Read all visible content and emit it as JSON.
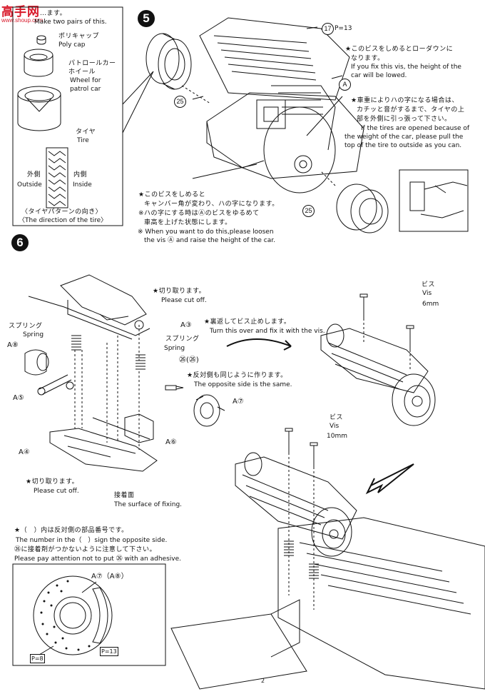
{
  "watermark": {
    "main": "高手网",
    "sub": "www.shoup.com"
  },
  "inset": {
    "top_line_jp": "…ます。",
    "top_line_en": "Make two pairs of this.",
    "poly_cap_jp": "ポリキャップ",
    "poly_cap_en": "Poly cap",
    "wheel_jp_1": "パトロールカー",
    "wheel_jp_2": "ホイール",
    "wheel_en_1": "Wheel for",
    "wheel_en_2": "patrol car",
    "tire_jp": "タイヤ",
    "tire_en": "Tire",
    "outside_jp": "外側",
    "outside_en": "Outside",
    "inside_jp": "内側",
    "inside_en": "Inside",
    "pattern_jp": "〈タイヤパターンの向き〉",
    "pattern_en": "〈The direction of the tire〉"
  },
  "step5": {
    "number": "5",
    "part_17": "17",
    "part_17_page": "P=13",
    "part_25_top": "25",
    "part_25_bottom": "25",
    "marker_a": "A",
    "note1_jp_1": "★このビスをしめるとローダウンに",
    "note1_jp_2": "なります。",
    "note1_en_1": "If you fix this vis, the height of the",
    "note1_en_2": "car will be lowed.",
    "note2_jp_1": "★車重によりハの字になる場合は、",
    "note2_jp_2": "カチッと音がするまで、タイヤの上",
    "note2_jp_3": "部を外側に引っ張って下さい。",
    "note2_en_1": "If the tires are opened because of",
    "note2_en_2": "the weight of the car, please pull the",
    "note2_en_3": "top of the tire to outside as you can.",
    "note3_jp_1": "★このビスをしめると",
    "note3_jp_2": "キャンバー角が変わり、ハの字になります。",
    "note3_jp_3": "※ハの字にする時はⒶのビスをゆるめて",
    "note3_jp_4": "車高を上げた状態にします。",
    "note3_en_1": "※ When you want to do this,please loosen",
    "note3_en_2": "the vis Ⓐ and raise the height of the car."
  },
  "step6": {
    "number": "6",
    "cut_off_top_jp": "★切り取ります。",
    "cut_off_top_en": "Please cut off.",
    "a3": "A③",
    "spring_left_jp": "スプリング",
    "spring_left_en": "Spring",
    "a8": "A⑧",
    "a5": "A⑤",
    "a4": "A④",
    "a6": "A⑥",
    "a7": "A⑦",
    "spring_right_jp": "スプリング",
    "spring_right_en": "Spring",
    "part_26_pair": "㉖(㉖)",
    "opposite_jp": "★反対側も同じように作ります。",
    "opposite_en": "The opposite side is the same.",
    "turn_jp": "★裏返してビス止めします。",
    "turn_en": "Turn this over and fix it with the vis.",
    "cut_off_bottom_jp": "★切り取ります。",
    "cut_off_bottom_en": "Please cut off.",
    "surface_jp": "接着面",
    "surface_en": "The surface of fixing.",
    "vis_6_jp": "ビス",
    "vis_6_en": "Vis",
    "vis_6_size": "6mm",
    "vis_10_jp": "ビス",
    "vis_10_en": "Vis",
    "vis_10_size": "10mm",
    "note_paren_jp": "★（　）内は反対側の部品番号です。",
    "note_paren_en": "The number in the（　）sign the opposite side.",
    "note_26_jp": "㉖に接着剤がつかないように注意して下さい。",
    "note_26_en": "Please pay attention not to put ㉖ with an adhesive.",
    "brake_label": "A⑦（A⑧）",
    "brake_p8": "P=8",
    "brake_p13": "P=13",
    "page_mark": "2"
  }
}
